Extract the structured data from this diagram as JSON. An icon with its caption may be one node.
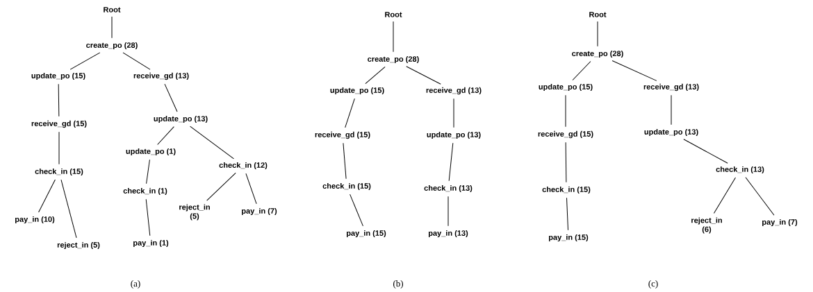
{
  "diagram": {
    "nodes": [
      {
        "text": [
          "Root"
        ]
      },
      {
        "text": [
          "create_po (28)"
        ]
      },
      {
        "text": [
          "update_po (15)"
        ]
      },
      {
        "text": [
          "receive_gd (13)"
        ]
      },
      {
        "text": [
          "receive_gd (15)"
        ]
      },
      {
        "text": [
          "check_in (15)"
        ]
      },
      {
        "text": [
          "pay_in (10)"
        ]
      },
      {
        "text": [
          "reject_in (5)"
        ]
      },
      {
        "text": [
          "update_po (13)"
        ]
      },
      {
        "text": [
          "update_po (1)"
        ]
      },
      {
        "text": [
          "check_in (12)"
        ]
      },
      {
        "text": [
          "check_in (1)"
        ]
      },
      {
        "text": [
          "pay_in (1)"
        ]
      },
      {
        "text": [
          "reject_in (5)"
        ]
      },
      {
        "text": [
          "pay_in (7)"
        ]
      },
      {
        "text": [
          "Root"
        ]
      },
      {
        "text": [
          "create_po (28)"
        ]
      },
      {
        "text": [
          "update_po (15)"
        ]
      },
      {
        "text": [
          "receive_gd (13)"
        ]
      },
      {
        "text": [
          "receive_gd (15)"
        ]
      },
      {
        "text": [
          "update_po (13)"
        ]
      },
      {
        "text": [
          "check_in (15)"
        ]
      },
      {
        "text": [
          "check_in (13)"
        ]
      },
      {
        "text": [
          "pay_in (15)"
        ]
      },
      {
        "text": [
          "pay_in (13)"
        ]
      },
      {
        "text": [
          "Root"
        ]
      },
      {
        "text": [
          "create_po (28)"
        ]
      },
      {
        "text": [
          "update_po (15)"
        ]
      },
      {
        "text": [
          "receive_gd (13)"
        ]
      },
      {
        "text": [
          "receive_gd (15)"
        ]
      },
      {
        "text": [
          "update_po (13)"
        ]
      },
      {
        "text": [
          "check_in (15)"
        ]
      },
      {
        "text": [
          "check_in (13)"
        ]
      },
      {
        "text": [
          "pay_in (15)"
        ]
      },
      {
        "text": [
          "reject_in (6)"
        ]
      },
      {
        "text": [
          "pay_in (7)"
        ]
      }
    ],
    "edges": [
      {
        "from": 0,
        "to": 1,
        "arrow": "none"
      },
      {
        "from": 1,
        "to": 2,
        "arrow": "none"
      },
      {
        "from": 1,
        "to": 3,
        "arrow": "none"
      },
      {
        "from": 2,
        "to": 4,
        "arrow": "none"
      },
      {
        "from": 4,
        "to": 5,
        "arrow": "none"
      },
      {
        "from": 5,
        "to": 6,
        "arrow": "none"
      },
      {
        "from": 5,
        "to": 7,
        "arrow": "none"
      },
      {
        "from": 3,
        "to": 8,
        "arrow": "none"
      },
      {
        "from": 8,
        "to": 9,
        "arrow": "none"
      },
      {
        "from": 8,
        "to": 10,
        "arrow": "none"
      },
      {
        "from": 9,
        "to": 11,
        "arrow": "none"
      },
      {
        "from": 11,
        "to": 12,
        "arrow": "none"
      },
      {
        "from": 10,
        "to": 13,
        "arrow": "none"
      },
      {
        "from": 10,
        "to": 14,
        "arrow": "none"
      },
      {
        "from": 15,
        "to": 16,
        "arrow": "none"
      },
      {
        "from": 16,
        "to": 17,
        "arrow": "none"
      },
      {
        "from": 16,
        "to": 18,
        "arrow": "none"
      },
      {
        "from": 17,
        "to": 19,
        "arrow": "none"
      },
      {
        "from": 19,
        "to": 21,
        "arrow": "none"
      },
      {
        "from": 21,
        "to": 23,
        "arrow": "none"
      },
      {
        "from": 18,
        "to": 20,
        "arrow": "none"
      },
      {
        "from": 20,
        "to": 22,
        "arrow": "none"
      },
      {
        "from": 22,
        "to": 24,
        "arrow": "none"
      },
      {
        "from": 25,
        "to": 26,
        "arrow": "none"
      },
      {
        "from": 26,
        "to": 27,
        "arrow": "none"
      },
      {
        "from": 26,
        "to": 28,
        "arrow": "none"
      },
      {
        "from": 27,
        "to": 29,
        "arrow": "none"
      },
      {
        "from": 29,
        "to": 31,
        "arrow": "none"
      },
      {
        "from": 31,
        "to": 33,
        "arrow": "none"
      },
      {
        "from": 28,
        "to": 30,
        "arrow": "none"
      },
      {
        "from": 30,
        "to": 32,
        "arrow": "none"
      },
      {
        "from": 32,
        "to": 34,
        "arrow": "none"
      },
      {
        "from": 32,
        "to": 35,
        "arrow": "none"
      }
    ],
    "labels": [
      "(a)",
      "(b)",
      "(c)"
    ]
  }
}
